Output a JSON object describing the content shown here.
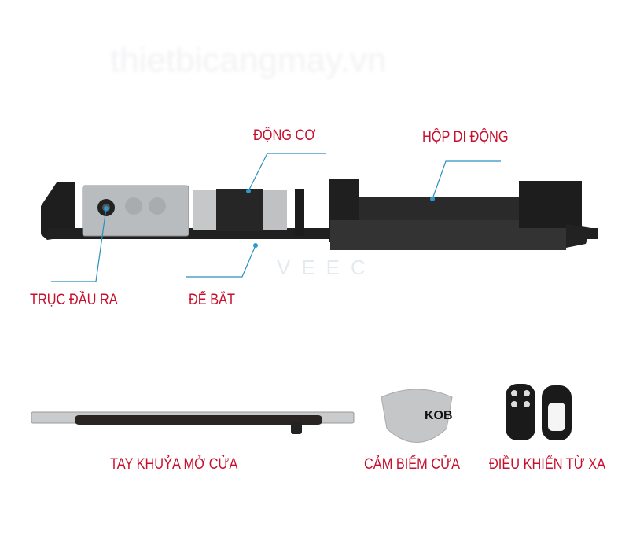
{
  "watermark": "thietbicangmay.vn",
  "brand_watermark": "VEEC",
  "labels": {
    "motor": "ĐỘNG CƠ",
    "moving_box": "HỘP DI ĐỘNG",
    "output_shaft": "TRỤC ĐẦU RA",
    "mounting_base": "ĐẾ BẮT",
    "arm": "TAY KHUỶA MỞ CỬA",
    "sensor": "CẢM BIẾM CỬA",
    "remote": "ĐIỀU KHIỂN TỪ XA"
  },
  "sensor_brand": "KOB",
  "colors": {
    "label": "#c8102e",
    "leader": "#2a8fc0"
  }
}
